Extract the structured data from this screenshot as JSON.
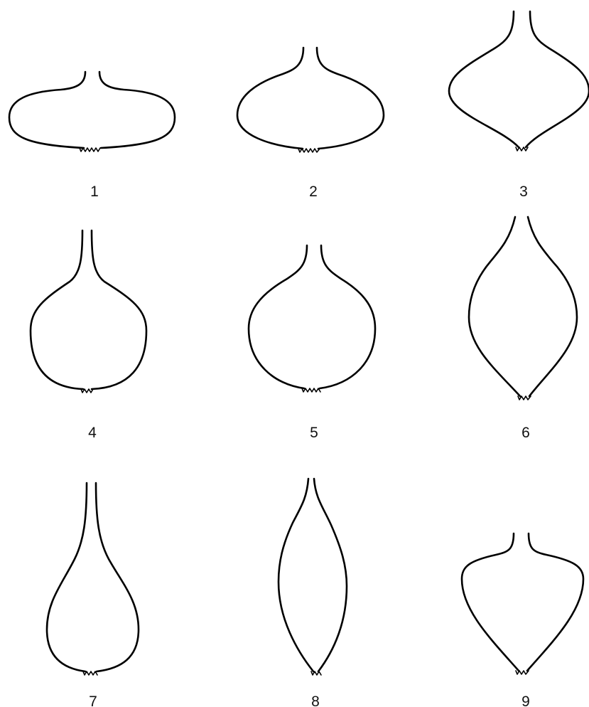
{
  "figure": {
    "labels": [
      "1",
      "2",
      "3",
      "4",
      "5",
      "6",
      "7",
      "8",
      "9"
    ],
    "colors": {
      "stroke": "#000000",
      "background": "#ffffff"
    }
  }
}
